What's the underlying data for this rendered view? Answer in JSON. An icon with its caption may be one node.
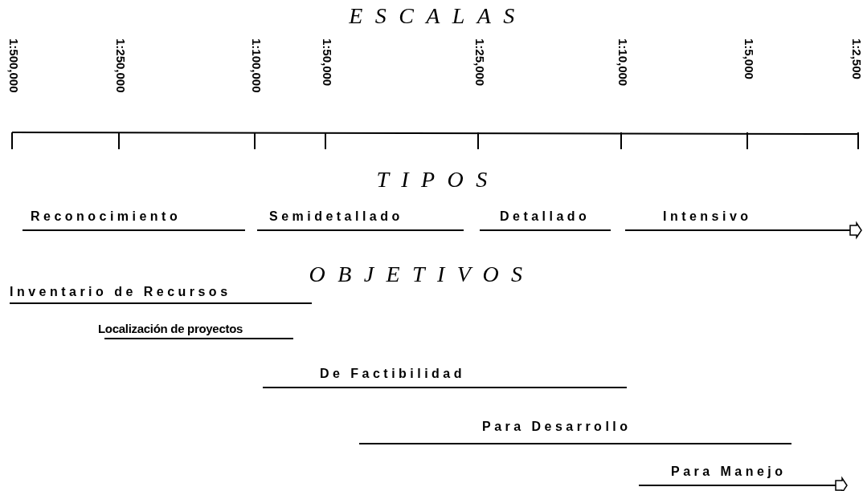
{
  "diagram": {
    "labels": [
      "ESCALAS",
      "1:500,000",
      "1:250,000",
      "1:100,000",
      "1:50,000",
      "1:25,000",
      "1:10,000",
      "1:5,000",
      "1:2,500",
      "TIPOS",
      "Reconocimiento",
      "Semidetallado",
      "Detallado",
      "Intensivo",
      "OBJETIVOS",
      "Inventario de Recursos",
      "Localización de proyectos",
      "De Factibilidad",
      "Para Desarrollo",
      "Para Manejo"
    ]
  }
}
